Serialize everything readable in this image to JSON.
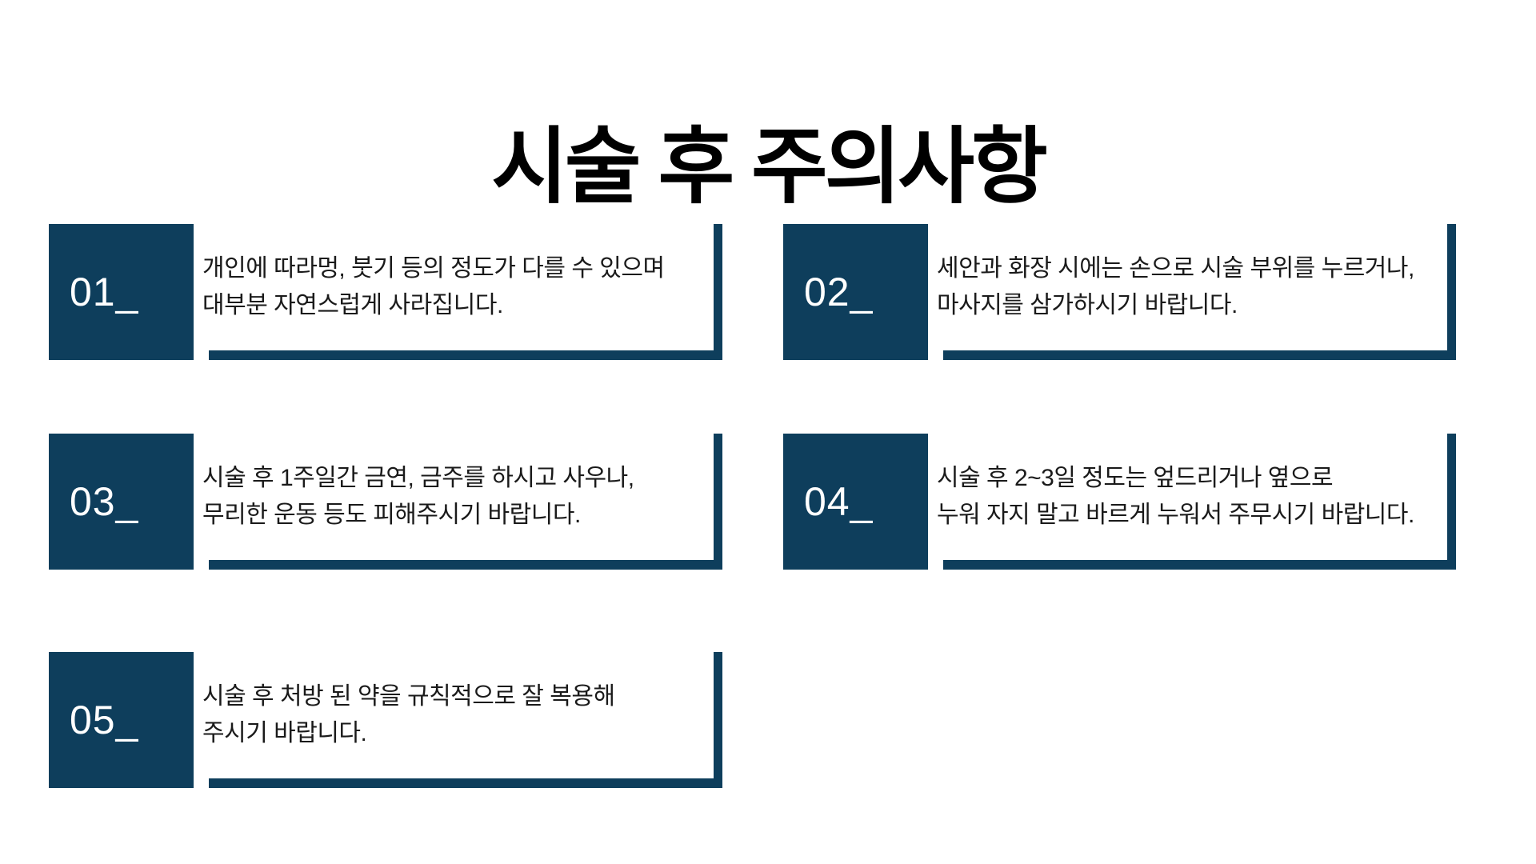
{
  "header": {
    "title": "시술 후 주의사항"
  },
  "theme": {
    "accent_navy": "#0e3e5c",
    "background": "#ffffff",
    "body_text_color": "#1a1a1a",
    "number_text_color": "#ffffff"
  },
  "cards": [
    {
      "number": "01_",
      "lines": [
        "개인에 따라멍, 붓기 등의 정도가 다를 수 있으며",
        "대부분 자연스럽게 사라집니다."
      ]
    },
    {
      "number": "02_",
      "lines": [
        "세안과 화장 시에는 손으로 시술 부위를 누르거나,",
        "마사지를 삼가하시기 바랍니다."
      ]
    },
    {
      "number": "03_",
      "lines": [
        "시술 후 1주일간 금연, 금주를 하시고 사우나,",
        "무리한 운동 등도 피해주시기 바랍니다."
      ]
    },
    {
      "number": "04_",
      "lines": [
        "시술 후 2~3일 정도는 엎드리거나 옆으로",
        "누워 자지 말고 바르게 누워서 주무시기 바랍니다."
      ]
    },
    {
      "number": "05_",
      "lines": [
        "시술 후 처방 된 약을 규칙적으로 잘 복용해",
        "주시기 바랍니다."
      ]
    }
  ]
}
